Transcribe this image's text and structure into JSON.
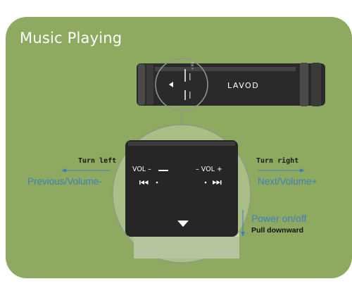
{
  "title": "Music Playing",
  "device": {
    "brand": "LAVOD",
    "mini_labels": [
      "+ VOL"
    ]
  },
  "zoom": {
    "vol_minus": "VOL –",
    "vol_plus": "– VOL +",
    "icon_prev": "prev-track-icon",
    "icon_next": "next-track-icon",
    "icon_down": "down-triangle-icon"
  },
  "left": {
    "direction": "Turn left",
    "action": "Previous/Volume-"
  },
  "right": {
    "direction": "Turn right",
    "action": "Next/Volume+"
  },
  "power": {
    "action": "Power on/off",
    "instruction": "Pull downward"
  },
  "colors": {
    "panel": "#8daa60",
    "device_body": "#2a2a2a",
    "callout_text": "#3f7fbf",
    "zoom_circle_fill": "#a9bf86"
  }
}
